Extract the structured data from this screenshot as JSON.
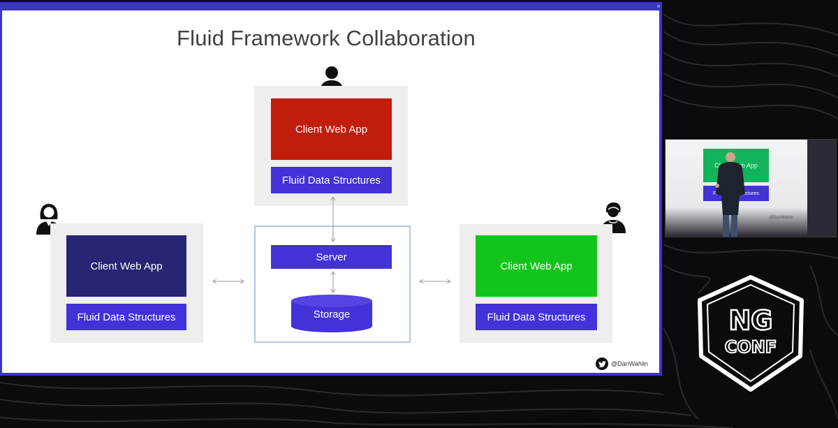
{
  "slide": {
    "title": "Fluid Framework Collaboration",
    "close_glyph": "×",
    "top_client": {
      "app_label": "Client Web App",
      "app_color": "#c21c0c",
      "ds_label": "Fluid Data Structures",
      "user_icon": "person-icon"
    },
    "left_client": {
      "app_label": "Client Web App",
      "app_color": "#262673",
      "ds_label": "Fluid Data Structures",
      "user_icon": "woman-icon"
    },
    "right_client": {
      "app_label": "Client Web App",
      "app_color": "#13c51b",
      "ds_label": "Fluid Data Structures",
      "user_icon": "man-icon"
    },
    "server": {
      "server_label": "Server",
      "storage_label": "Storage"
    },
    "handle": "@DanWahlin",
    "colors": {
      "accent": "#4332d8",
      "frame": "#3b35c9"
    }
  },
  "webcam": {
    "preview_box_label": "Client Web App",
    "preview_ds_label": "Fluid Data Structures",
    "handle": "@DanWahlin"
  },
  "logo": {
    "line1": "NG",
    "line2": "CONF"
  }
}
